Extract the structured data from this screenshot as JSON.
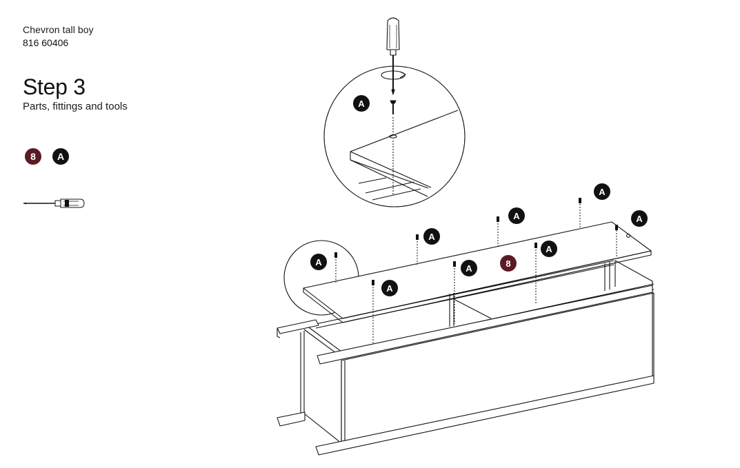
{
  "header": {
    "product_name": "Chevron tall boy",
    "product_code": "816 60406"
  },
  "step": {
    "title": "Step 3",
    "subtitle": "Parts, fittings and tools"
  },
  "parts": [
    {
      "label": "8",
      "color": "#5a1b25"
    },
    {
      "label": "A",
      "color": "#111111"
    }
  ],
  "tools": [
    {
      "icon": "screwdriver-icon"
    }
  ],
  "diagram": {
    "callout_labels": {
      "screw": "A",
      "panel": "8"
    }
  }
}
